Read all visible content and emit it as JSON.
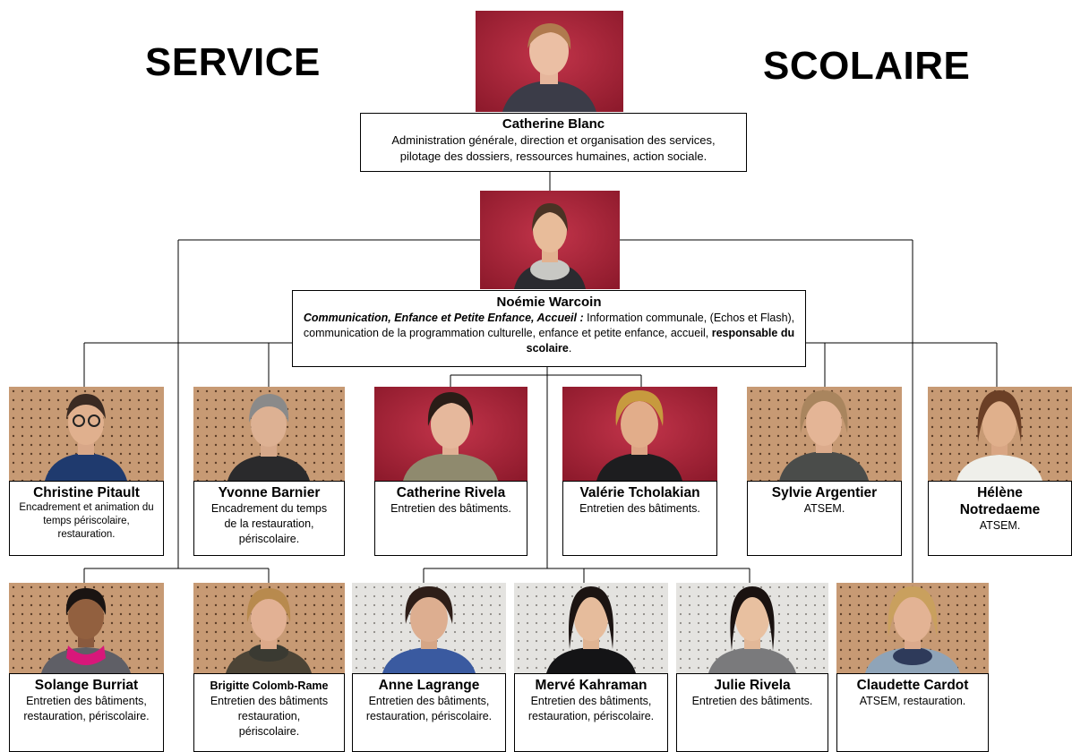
{
  "title": {
    "left": "SERVICE",
    "right": "SCOLAIRE"
  },
  "colors": {
    "red_backdrop": "#b0233a",
    "pegboard_warm": "#c79a74",
    "pegboard_light": "#e4e3e0"
  },
  "people": {
    "catherine_blanc": {
      "name": "Catherine Blanc",
      "role_line1": "Administration générale, direction et organisation des services,",
      "role_line2": "pilotage des dossiers, ressources humaines, action sociale."
    },
    "noemie_warcoin": {
      "name": "Noémie Warcoin",
      "role_lead": "Communication, Enfance et Petite Enfance, Accueil :",
      "role_text1": " Information communale, (Echos et Flash), communication de la programmation culturelle, enfance et petite enfance, accueil, ",
      "role_bold": "responsable du scolaire",
      "role_end": "."
    },
    "christine_pitault": {
      "name": "Christine Pitault",
      "role": "Encadrement et animation du temps périscolaire, restauration."
    },
    "yvonne_barnier": {
      "name": "Yvonne Barnier",
      "role": "Encadrement du temps de la restauration, périscolaire."
    },
    "catherine_rivela": {
      "name": "Catherine Rivela",
      "role": "Entretien des bâtiments."
    },
    "valerie_tcholakian": {
      "name": "Valérie Tcholakian",
      "role": "Entretien des bâtiments."
    },
    "sylvie_argentier": {
      "name": "Sylvie Argentier",
      "role": "ATSEM."
    },
    "helene_notredaeme": {
      "name": "Hélène Notredaeme",
      "role": "ATSEM."
    },
    "solange_burriat": {
      "name": "Solange Burriat",
      "role": "Entretien des bâtiments, restauration, périscolaire."
    },
    "brigitte_colomb_rame": {
      "name": "Brigitte Colomb-Rame",
      "role": "Entretien des bâtiments restauration, périscolaire."
    },
    "anne_lagrange": {
      "name": "Anne Lagrange",
      "role": "Entretien des bâtiments, restauration, périscolaire."
    },
    "merve_kahraman": {
      "name": "Mervé Kahraman",
      "role": "Entretien des bâtiments, restauration, périscolaire."
    },
    "julie_rivela": {
      "name": "Julie Rivela",
      "role": "Entretien des bâtiments."
    },
    "claudette_cardot": {
      "name": "Claudette Cardot",
      "role": "ATSEM, restauration."
    }
  }
}
